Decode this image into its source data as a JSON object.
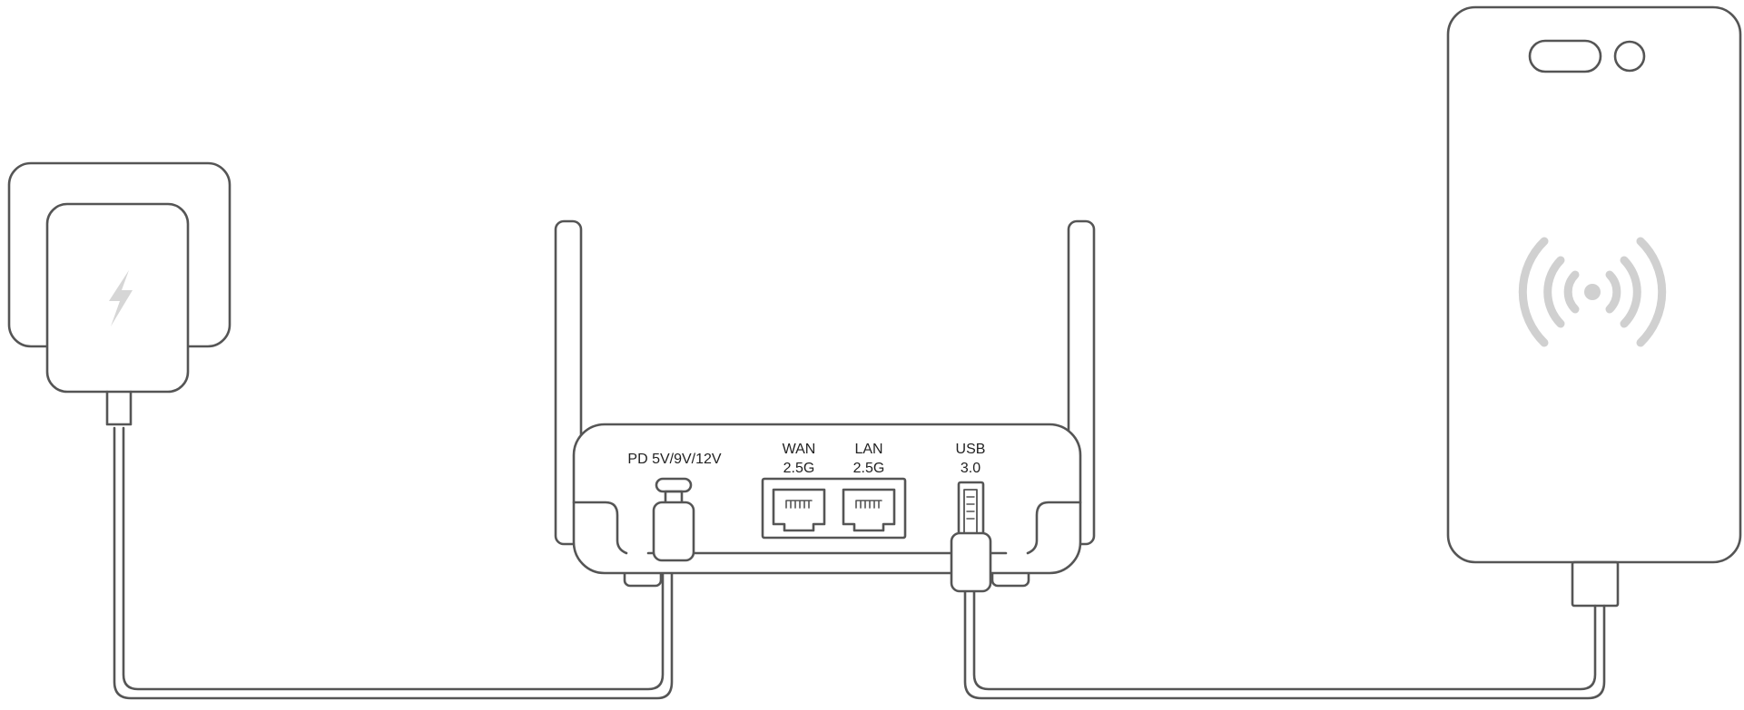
{
  "colors": {
    "outline": "#555555",
    "icon": "#d0d0d0",
    "background": "#ffffff"
  },
  "router": {
    "port_power_label": "PD 5V/9V/12V",
    "port_wan_label_line1": "WAN",
    "port_wan_label_line2": "2.5G",
    "port_lan_label_line1": "LAN",
    "port_lan_label_line2": "2.5G",
    "port_usb_label_line1": "USB",
    "port_usb_label_line2": "3.0"
  },
  "icons": {
    "charger": "lightning-bolt-icon",
    "phone": "wireless-signal-icon"
  }
}
